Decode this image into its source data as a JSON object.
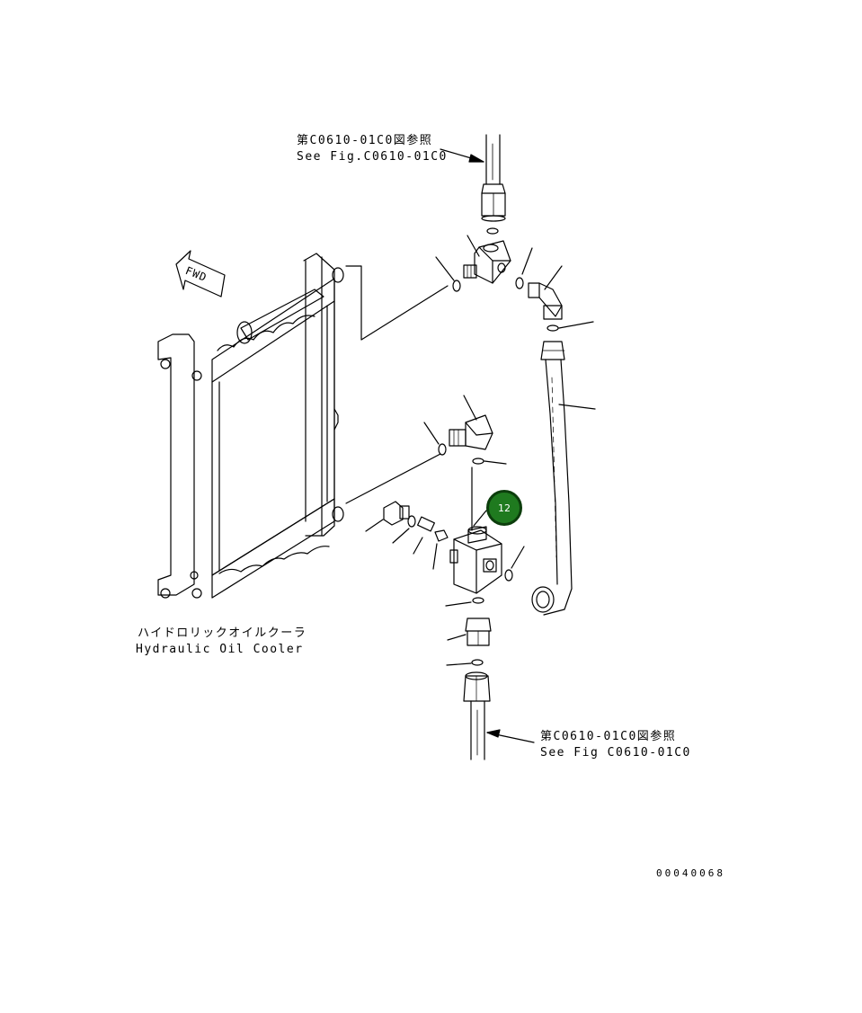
{
  "labels": {
    "ref_top_ja": "第C0610-01C0図参照",
    "ref_top_en": "See Fig.C0610-01C0",
    "ref_bottom_ja": "第C0610-01C0図参照",
    "ref_bottom_en": "See Fig C0610-01C0",
    "cooler_ja": "ハイドロリックオイルクーラ",
    "cooler_en": "Hydraulic Oil Cooler",
    "fwd": "FWD",
    "callout_number": "12",
    "doc_id": "00040068"
  },
  "colors": {
    "line": "#000000",
    "callout_fill": "#1f7a1f",
    "callout_ring": "#0c3d0c"
  }
}
